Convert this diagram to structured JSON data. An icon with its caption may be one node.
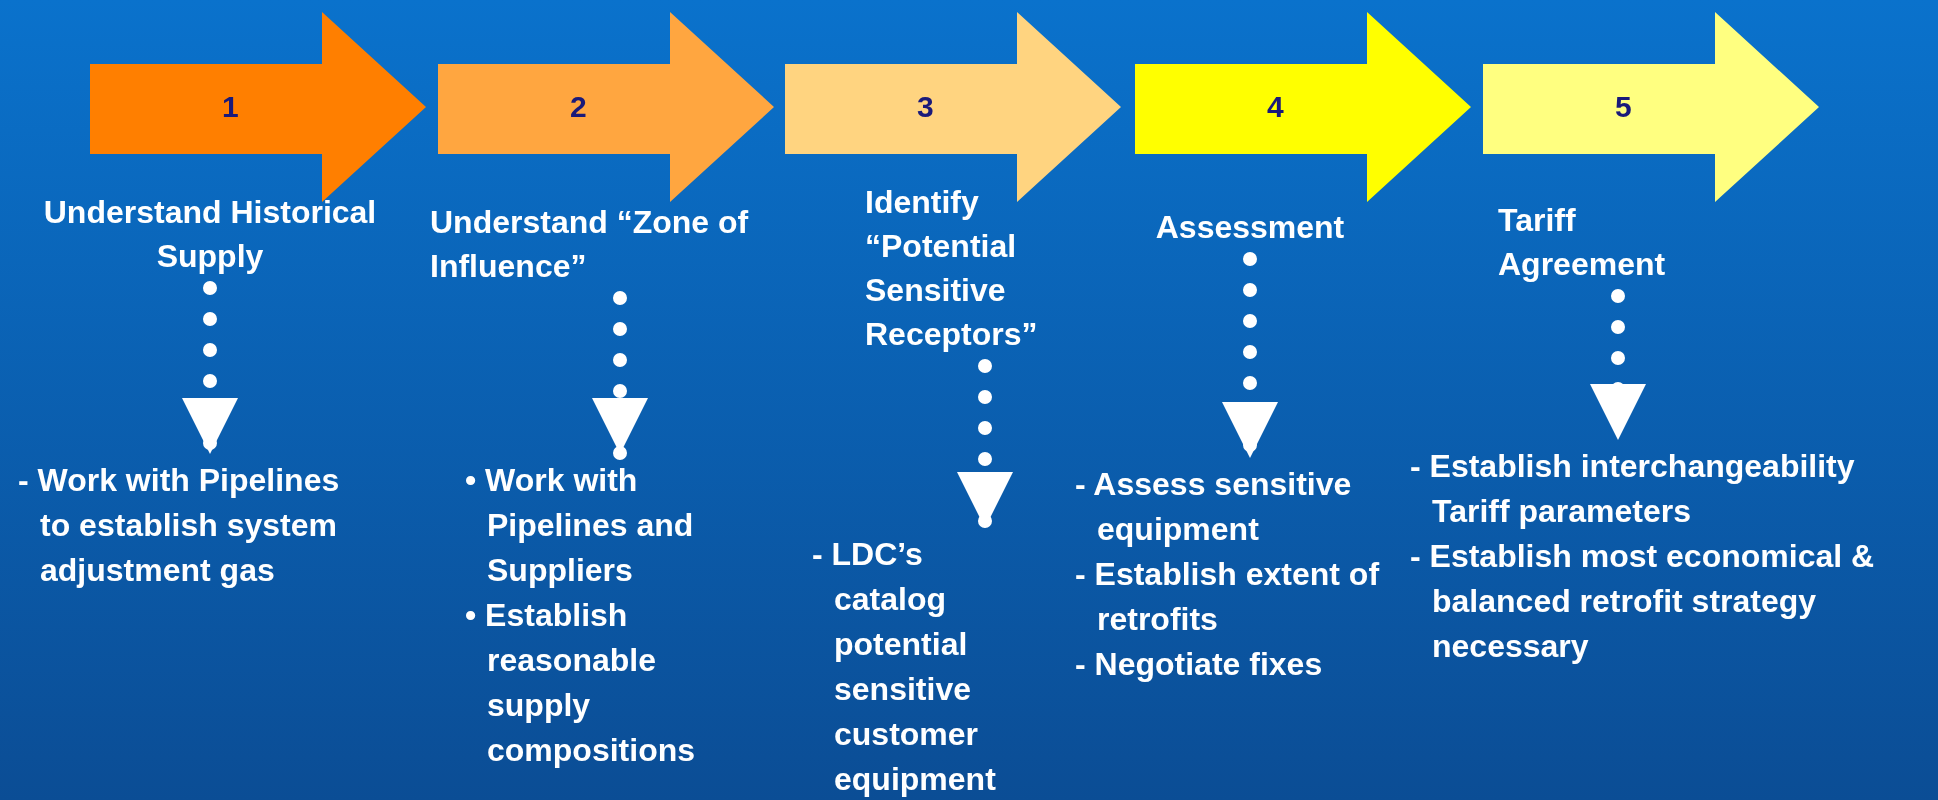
{
  "diagram": {
    "nodes": [
      {
        "text": [
          "1"
        ]
      },
      {
        "text": [
          "Understand Historical Supply"
        ]
      },
      {
        "text": [
          "- Work with Pipelines to establish system adjustment gas"
        ]
      },
      {
        "text": [
          "2"
        ]
      },
      {
        "text": [
          "Understand “Zone of Influence”"
        ]
      },
      {
        "text": [
          "• Work with Pipelines and Suppliers",
          "• Establish reasonable supply compositions"
        ]
      },
      {
        "text": [
          "3"
        ]
      },
      {
        "text": [
          "Identify “Potential Sensitive Receptors”"
        ]
      },
      {
        "text": [
          "- LDC’s catalog potential sensitive customer equipment"
        ]
      },
      {
        "text": [
          "4"
        ]
      },
      {
        "text": [
          "Assessment"
        ]
      },
      {
        "text": [
          "- Assess sensitive equipment",
          "- Establish extent of retrofits",
          "- Negotiate fixes"
        ]
      },
      {
        "text": [
          "5"
        ]
      },
      {
        "text": [
          "Tariff Agreement"
        ]
      },
      {
        "text": [
          "- Establish interchangeability Tariff parameters",
          "- Establish most economical & balanced retrofit strategy necessary"
        ]
      }
    ],
    "edges": [
      {
        "from": 1,
        "to": 2,
        "arrow": "to",
        "style": "dashed"
      },
      {
        "from": 4,
        "to": 5,
        "arrow": "to",
        "style": "dashed"
      },
      {
        "from": 7,
        "to": 8,
        "arrow": "to",
        "style": "dashed"
      },
      {
        "from": 10,
        "to": 11,
        "arrow": "to",
        "style": "dashed"
      },
      {
        "from": 13,
        "to": 14,
        "arrow": "to",
        "style": "dashed"
      }
    ]
  }
}
